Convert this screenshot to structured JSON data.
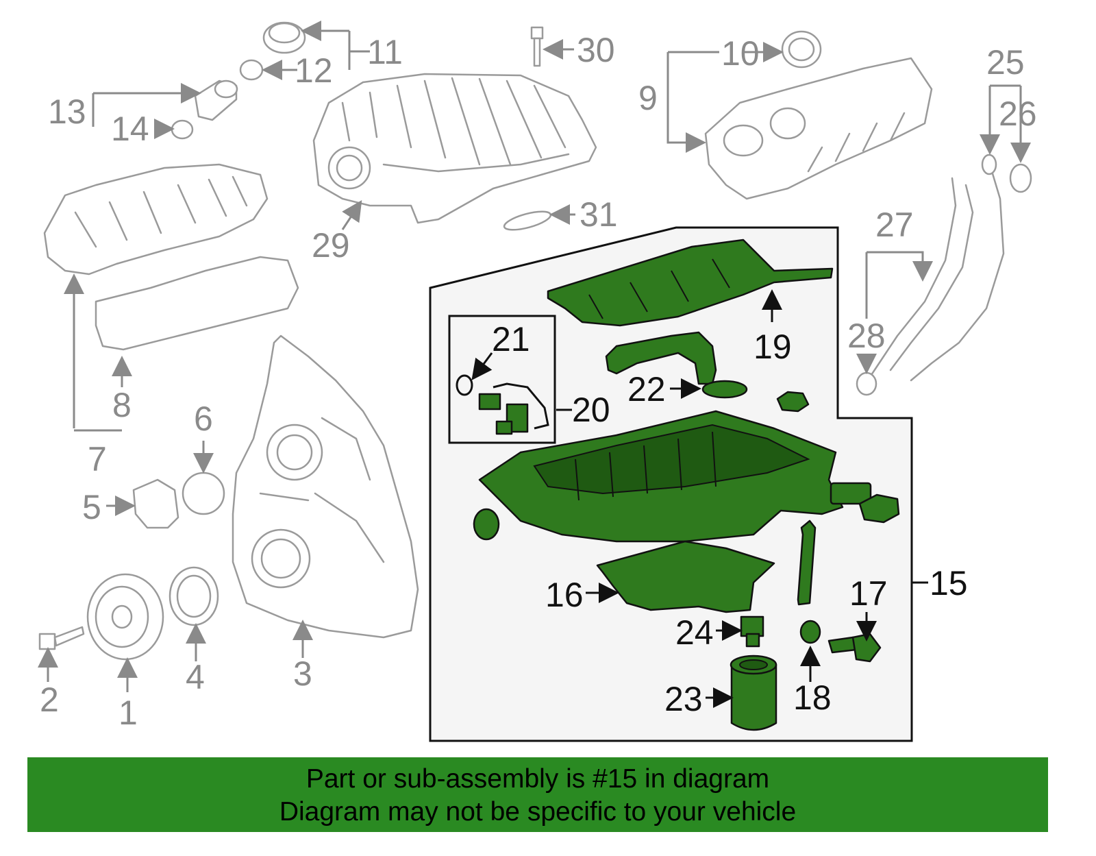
{
  "banner": {
    "line1": "Part or sub-assembly is #15 in diagram",
    "line2": "Diagram may not be specific to your vehicle",
    "color": "#2a8a22"
  },
  "highlight_color": "#2f7a1e",
  "callouts": {
    "n1": "1",
    "n2": "2",
    "n3": "3",
    "n4": "4",
    "n5": "5",
    "n6": "6",
    "n7": "7",
    "n8": "8",
    "n9": "9",
    "n10": "10",
    "n11": "11",
    "n12": "12",
    "n13": "13",
    "n14": "14",
    "n15": "15",
    "n16": "16",
    "n17": "17",
    "n18": "18",
    "n19": "19",
    "n20": "20",
    "n21": "21",
    "n22": "22",
    "n23": "23",
    "n24": "24",
    "n25": "25",
    "n26": "26",
    "n27": "27",
    "n28": "28",
    "n29": "29",
    "n30": "30",
    "n31": "31"
  }
}
